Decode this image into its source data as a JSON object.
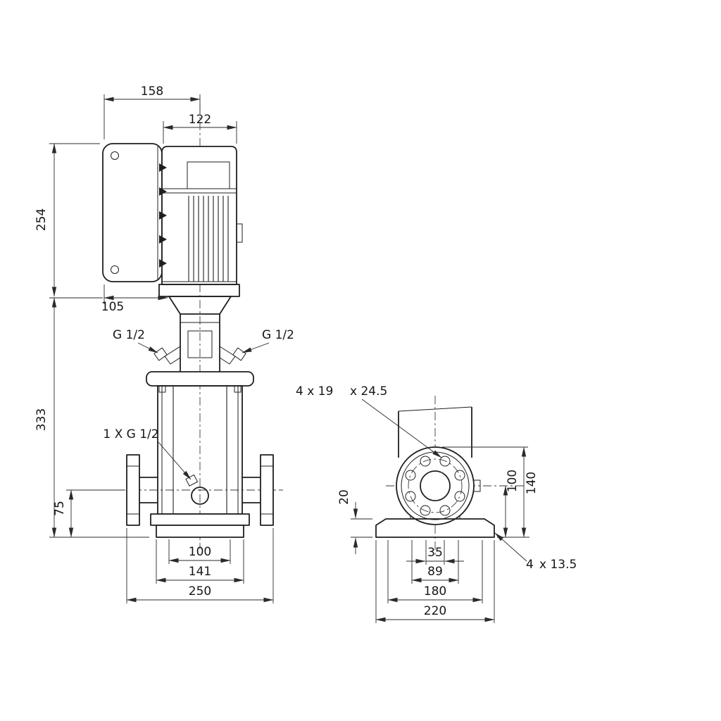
{
  "style": {
    "background": "#ffffff",
    "ink": "#1f1f1f"
  },
  "front_view": {
    "dim_width_box_to_center": "158",
    "dim_motor_width": "122",
    "dim_motor_height": "254",
    "dim_box_depth": "105",
    "dim_pump_height": "333",
    "dim_port_height": "75",
    "dim_base_holes": "100",
    "dim_base_width": "141",
    "dim_flange_to_flange": "250",
    "label_port_left": "G 1/2",
    "label_port_right": "G 1/2",
    "label_drain": "1 X G 1/2"
  },
  "end_view": {
    "dim_base_thickness": "20",
    "dim_port_center_height": "100",
    "dim_flange_top_height": "140",
    "dim_slot_spacing": "35",
    "dim_hole_spacing": "89",
    "dim_base_length": "180",
    "dim_base_overall": "220",
    "note_flange_holes_qty": "4 x 19",
    "note_flange_holes_depth": "x 24.5",
    "note_base_holes_qty": "4",
    "note_base_holes_size": "x 13.5"
  }
}
